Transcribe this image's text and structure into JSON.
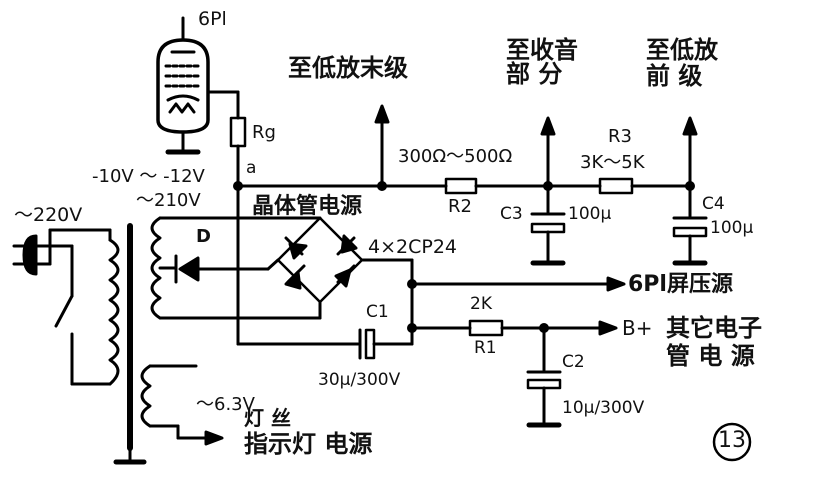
{
  "labels": {
    "tube": "6Pl",
    "rg": "Rg",
    "node_a": "a",
    "bias": "-10V ～ -12V",
    "ac_in": "～220V",
    "sec_hv": "～210V",
    "diode_d": "D",
    "bridge": "4×2CP24",
    "c1": "C1",
    "c1_value": "30μ/300V",
    "r1_value": "2K",
    "r1": "R1",
    "r2_value": "300Ω～500Ω",
    "r2": "R2",
    "r3": "R3",
    "r3_value": "3K～5K",
    "c3": "C3",
    "c3_value": "100μ",
    "c4": "C4",
    "c4_value": "100μ",
    "c2": "C2",
    "c2_value": "10μ/300V",
    "heater_v": "～6.3V",
    "heater_line1": "灯 丝",
    "heater_line2": "指示灯 电源",
    "transistor_supply": "晶体管电源",
    "to_low_final": "至低放末级",
    "to_detector_line1": "至收音",
    "to_detector_line2": "部 分",
    "to_preamp_line1": "至低放",
    "to_preamp_line2": "前 级",
    "plate_supply": "6Pl屏压源",
    "other_tube_prefix": "B+",
    "other_tube_line1": "其它电子",
    "other_tube_line2": "管 电 源",
    "figure_number": "13"
  }
}
